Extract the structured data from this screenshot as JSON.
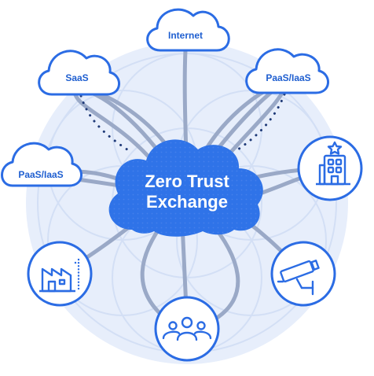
{
  "hub": {
    "line1": "Zero Trust",
    "line2": "Exchange"
  },
  "clouds": [
    {
      "id": "internet",
      "label": "Internet"
    },
    {
      "id": "saas",
      "label": "SaaS"
    },
    {
      "id": "paas-right",
      "label": "PaaS/IaaS"
    },
    {
      "id": "paas-left",
      "label": "PaaS/IaaS"
    }
  ],
  "nodes": [
    {
      "id": "branch-office",
      "icon": "office-building-icon"
    },
    {
      "id": "iot-ot",
      "icon": "security-camera-icon"
    },
    {
      "id": "users",
      "icon": "users-group-icon"
    },
    {
      "id": "factory",
      "icon": "factory-icon"
    }
  ],
  "colors": {
    "primary": "#2b6ce4",
    "hub_fill": "#2f73e8",
    "connector": "#9aa9c7",
    "backdrop": "#e7eefb",
    "backdrop_line": "#cfdcf4",
    "dotted": "#1f3a78"
  }
}
